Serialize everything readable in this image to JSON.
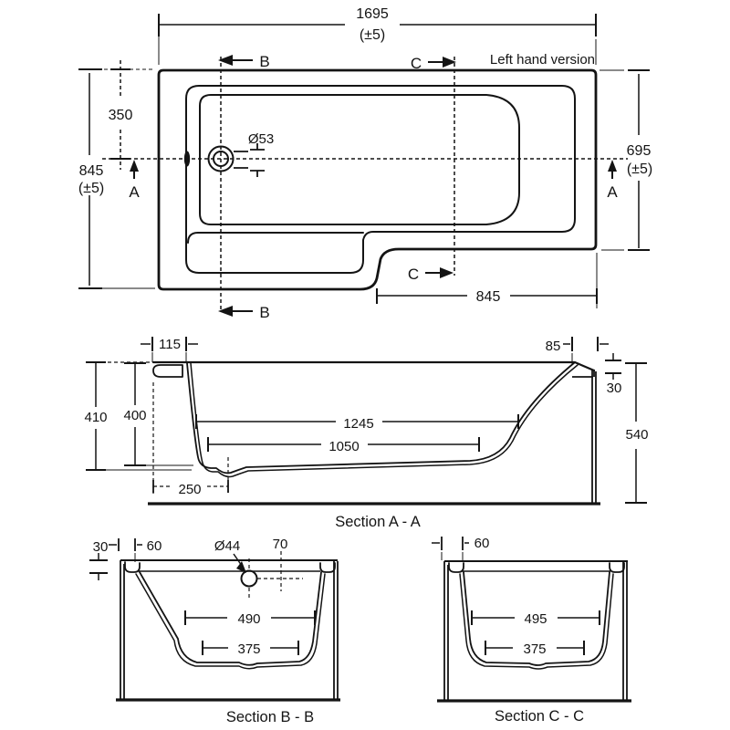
{
  "meta": {
    "version_label": "Left hand version"
  },
  "plan": {
    "length": "1695",
    "length_tol": "(±5)",
    "width_left": "845",
    "width_left_tol": "(±5)",
    "width_right": "695",
    "width_right_tol": "(±5)",
    "drain_offset": "350",
    "drain_dia": "Ø53",
    "shower_length": "845",
    "marker_a": "A",
    "marker_b": "B",
    "marker_c": "C"
  },
  "section_aa": {
    "label": "Section A - A",
    "ledge_left": "115",
    "depth_total": "410",
    "depth_rim": "400",
    "top_length": "1245",
    "floor_length": "1050",
    "waste_offset": "250",
    "ledge_right": "85",
    "rim_drop": "30",
    "overall_height": "540"
  },
  "section_bb": {
    "label": "Section B - B",
    "rim_drop": "30",
    "rim_width": "60",
    "overflow_dia": "Ø44",
    "overflow_offset": "70",
    "width_top": "490",
    "width_floor": "375"
  },
  "section_cc": {
    "label": "Section C - C",
    "rim_width": "60",
    "width_top": "495",
    "width_floor": "375"
  }
}
